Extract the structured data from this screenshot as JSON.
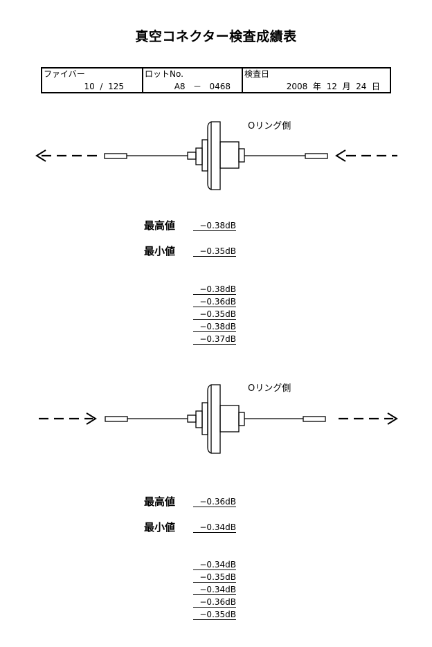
{
  "title": "真空コネクター検査成績表",
  "info": {
    "fiber_label": "ファイバー",
    "fiber_value": "10  /  125",
    "lot_label": "ロットNo.",
    "lot_value": "A8   －   0468",
    "date_label": "検査日",
    "date_value": "2008  年  12  月  24  日"
  },
  "sections": [
    {
      "arrow_direction": "outward",
      "oring_label": "Oリング側",
      "max_label": "最高値",
      "max_value": "−0.38dB",
      "min_label": "最小値",
      "min_value": "−0.35dB",
      "measurements": [
        "−0.38dB",
        "−0.36dB",
        "−0.35dB",
        "−0.38dB",
        "−0.37dB"
      ]
    },
    {
      "arrow_direction": "rightward",
      "oring_label": "Oリング側",
      "max_label": "最高値",
      "max_value": "−0.36dB",
      "min_label": "最小値",
      "min_value": "−0.34dB",
      "measurements": [
        "−0.34dB",
        "−0.35dB",
        "−0.34dB",
        "−0.36dB",
        "−0.35dB"
      ]
    }
  ]
}
